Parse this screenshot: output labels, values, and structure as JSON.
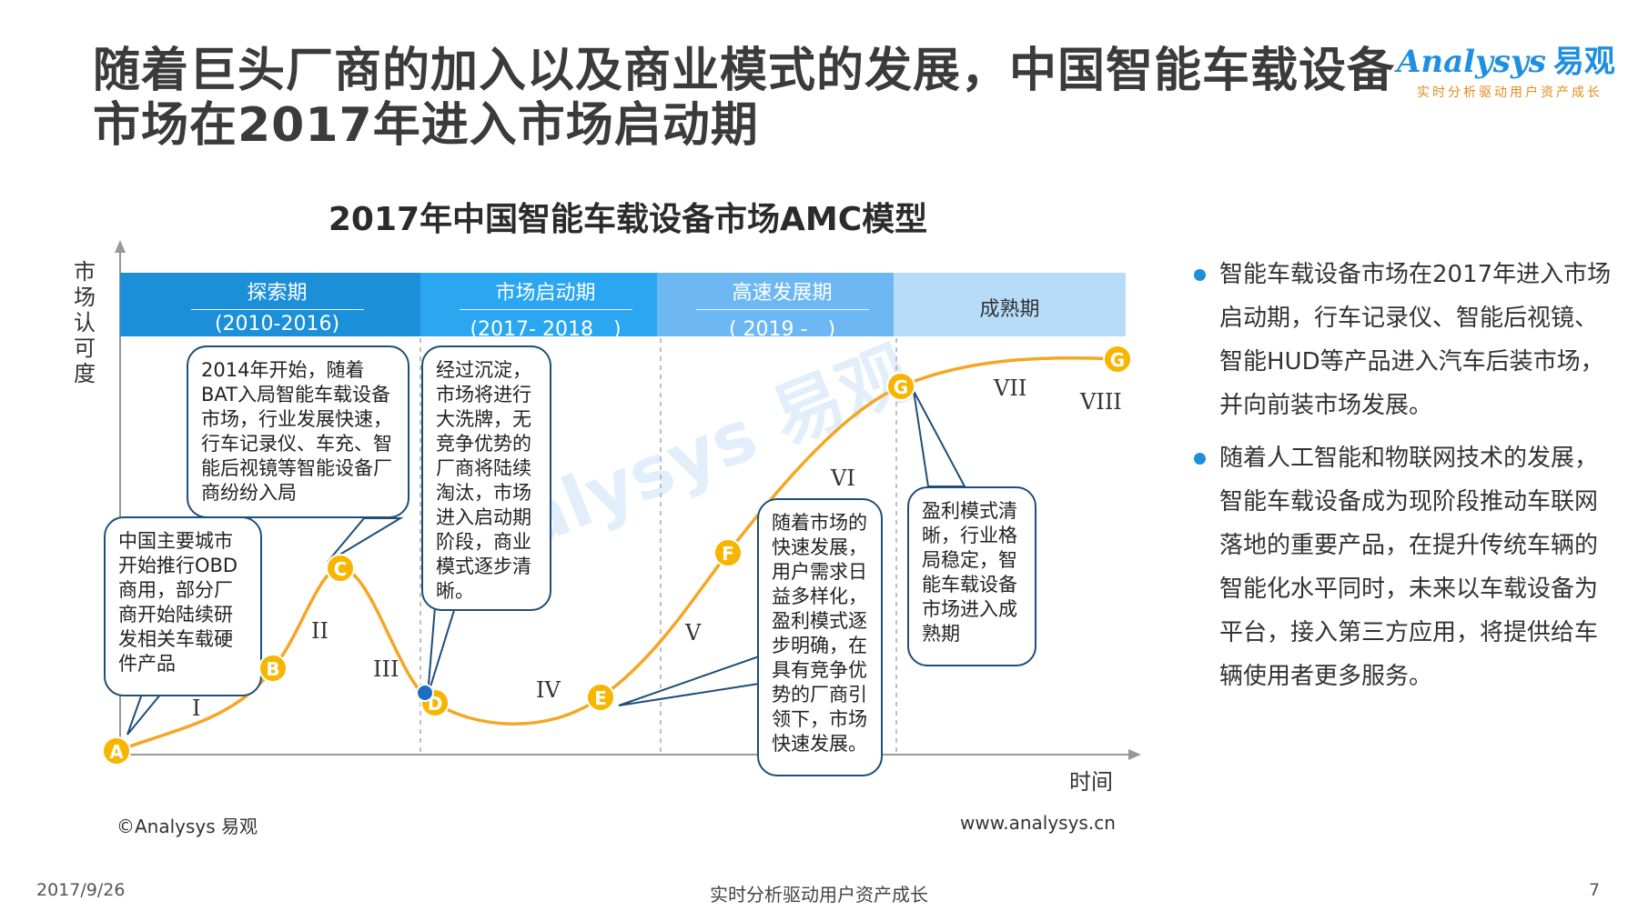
{
  "title": {
    "line1": "随着巨头厂商的加入以及商业模式的发展，中国智能车载设备",
    "line2": "市场在2017年进入市场启动期"
  },
  "logo": {
    "brand": "Analysys",
    "brand_cn": "易观",
    "tagline": "实时分析驱动用户资产成长"
  },
  "chart": {
    "title": "2017年中国智能车载设备市场AMC模型",
    "ylabel": "市场认可度",
    "xlabel": "时间",
    "phases": [
      {
        "name": "探索期",
        "dates": "(2010-2016)"
      },
      {
        "name": "市场启动期",
        "dates": "(2017- 2018　)"
      },
      {
        "name": "高速发展期",
        "dates": "( 2019 -　)"
      },
      {
        "name": "成熟期",
        "dates": ""
      }
    ],
    "points": [
      "A",
      "B",
      "C",
      "D",
      "E",
      "F",
      "G",
      "G"
    ],
    "stages": [
      "I",
      "II",
      "III",
      "IV",
      "V",
      "VI",
      "VII",
      "VIII"
    ],
    "callouts": {
      "A": "中国主要城市开始推行OBD商用，部分厂商开始陆续研发相关车载硬件产品",
      "C": "2014年开始，随着BAT入局智能车载设备市场，行业发展快速，行车记录仪、车充、智能后视镜等智能设备厂商纷纷入局",
      "D": "经过沉淀，市场将进行大洗牌，无竞争优势的厂商将陆续淘汰，市场进入启动期阶段，商业模式逐步清晰。",
      "F": "随着市场的快速发展，用户需求日益多样化，盈利模式逐步明确，在具有竞争优势的厂商引领下，市场快速发展。",
      "G": "盈利模式清晰，行业格局稳定，智能车载设备市场进入成熟期"
    },
    "colors": {
      "curve": "#f5a623",
      "point": "#f7b500",
      "current": "#1c6fc2"
    }
  },
  "source": "©Analysys 易观",
  "website": "www.analysys.cn",
  "bullets": [
    "智能车载设备市场在2017年进入市场启动期，行车记录仪、智能后视镜、智能HUD等产品进入汽车后装市场，并向前装市场发展。",
    "随着人工智能和物联网技术的发展，智能车载设备成为现阶段推动车联网落地的重要产品，在提升传统车辆的智能化水平同时，未来以车载设备为平台，接入第三方应用，将提供给车辆使用者更多服务。"
  ],
  "footer": {
    "date": "2017/9/26",
    "slogan": "实时分析驱动用户资产成长",
    "page": "7"
  }
}
